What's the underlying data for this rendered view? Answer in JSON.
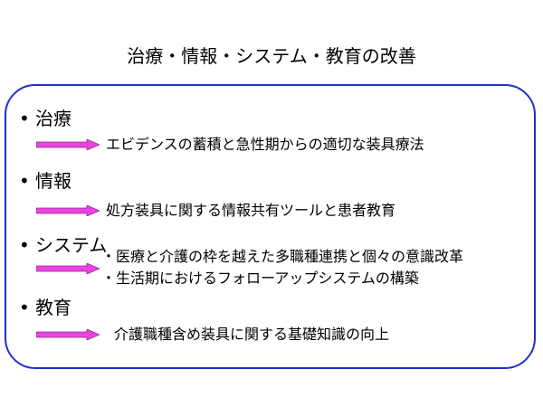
{
  "title": "治療・情報・システム・教育の改善",
  "colors": {
    "box_border": "#1f2fd0",
    "arrow": "#e843e0",
    "arrow_edge": "#9a2a95"
  },
  "sections": [
    {
      "bullet": "•",
      "heading": "治療",
      "items": [
        "エビデンスの蓄積と急性期からの適切な装具療法"
      ]
    },
    {
      "bullet": "•",
      "heading": "情報",
      "items": [
        "処方装具に関する情報共有ツールと患者教育"
      ]
    },
    {
      "bullet": "•",
      "heading": "システム",
      "items": [
        "・医療と介護の枠を越えた多職種連携と個々の意識改革",
        "・生活期におけるフォローアップシステムの構築"
      ]
    },
    {
      "bullet": "•",
      "heading": "教育",
      "items": [
        "介護職種含め装具に関する基礎知識の向上"
      ]
    }
  ]
}
